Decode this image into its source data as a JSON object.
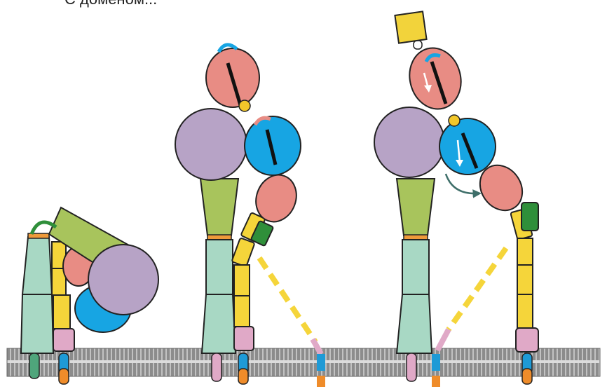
{
  "title_fragment": "С доменом...",
  "colors": {
    "membrane": "#8c8c8c",
    "membrane_stripe": "#cfcfcf",
    "alpha_pale": "#a8d8c4",
    "beta_yellow": "#f5d53a",
    "propeller_lilac": "#b7a3c6",
    "thigh_green": "#a8c45c",
    "hybrid_salmon": "#e88c84",
    "betaI_blue": "#17a5e3",
    "egf_darkgreen": "#2f8f3a",
    "tm_pink": "#e0a9c7",
    "tail_blue": "#1e9ad6",
    "tail_orange": "#ef8c2a",
    "tail_green": "#4fa57b",
    "ligand_yellow": "#f2d33b",
    "mg_yellow": "#f2c72a",
    "helix_black": "#111111",
    "arrow_gray": "#3f6f6a"
  },
  "states": [
    {
      "name": "bent-closed"
    },
    {
      "name": "extended-closed"
    },
    {
      "name": "extended-open"
    }
  ]
}
